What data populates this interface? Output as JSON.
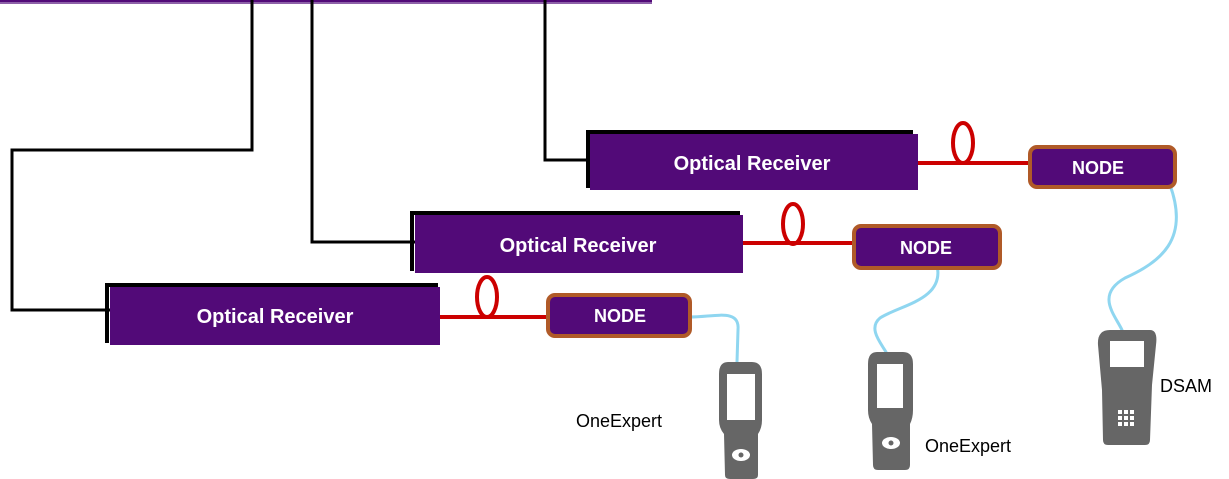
{
  "receivers": [
    {
      "label": "Optical Receiver"
    },
    {
      "label": "Optical Receiver"
    },
    {
      "label": "Optical Receiver"
    }
  ],
  "nodes": [
    {
      "label": "NODE"
    },
    {
      "label": "NODE"
    },
    {
      "label": "NODE"
    }
  ],
  "devices": [
    {
      "label": "DSAM",
      "icon": "dsam-meter-icon"
    },
    {
      "label": "OneExpert",
      "icon": "oneexpert-meter-icon"
    },
    {
      "label": "OneExpert",
      "icon": "oneexpert-meter-icon"
    }
  ],
  "colors": {
    "receiver_fill": "#520a78",
    "node_border": "#b05a28",
    "fiber": "#cc0000",
    "coax": "#8fd6f0",
    "device_body": "#666666"
  }
}
